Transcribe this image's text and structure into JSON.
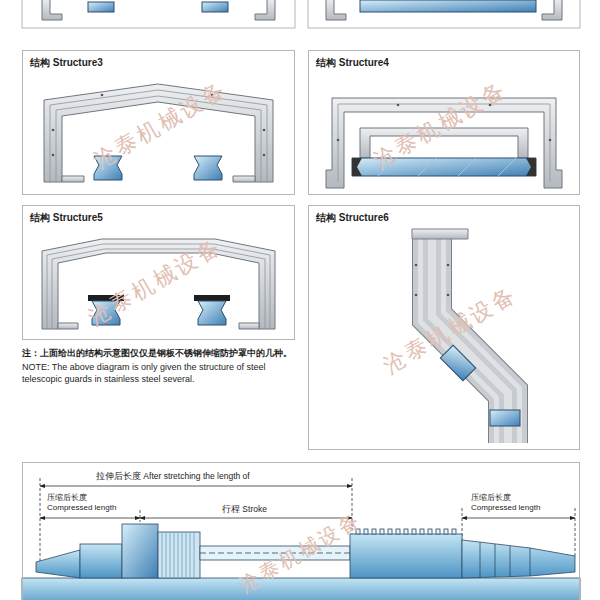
{
  "diagram": {
    "nodes": [
      {
        "text": [
          "结构 Structure3"
        ]
      },
      {
        "text": [
          "结构 Structure4"
        ]
      },
      {
        "text": [
          "结构 Structure5"
        ]
      },
      {
        "text": [
          "结构 Structure6"
        ]
      },
      {
        "text": [
          "拉伸后长度 After stretching the length of",
          "压缩后长度 Compressed length",
          "行程 Stroke",
          "压缩后长度 Compressed length"
        ]
      }
    ],
    "labels": [
      "注：上面给出的结构示意图仅仅是钢板不锈钢伸缩防护罩中的几种。",
      "NOTE: The above diagram is only given the structure of steel telescopic guards in stainless steel several.",
      "沧泰机械设备",
      "沧泰机械设备",
      "沧泰机械设备",
      "沧泰机械设备",
      "沧泰机械设备"
    ]
  }
}
